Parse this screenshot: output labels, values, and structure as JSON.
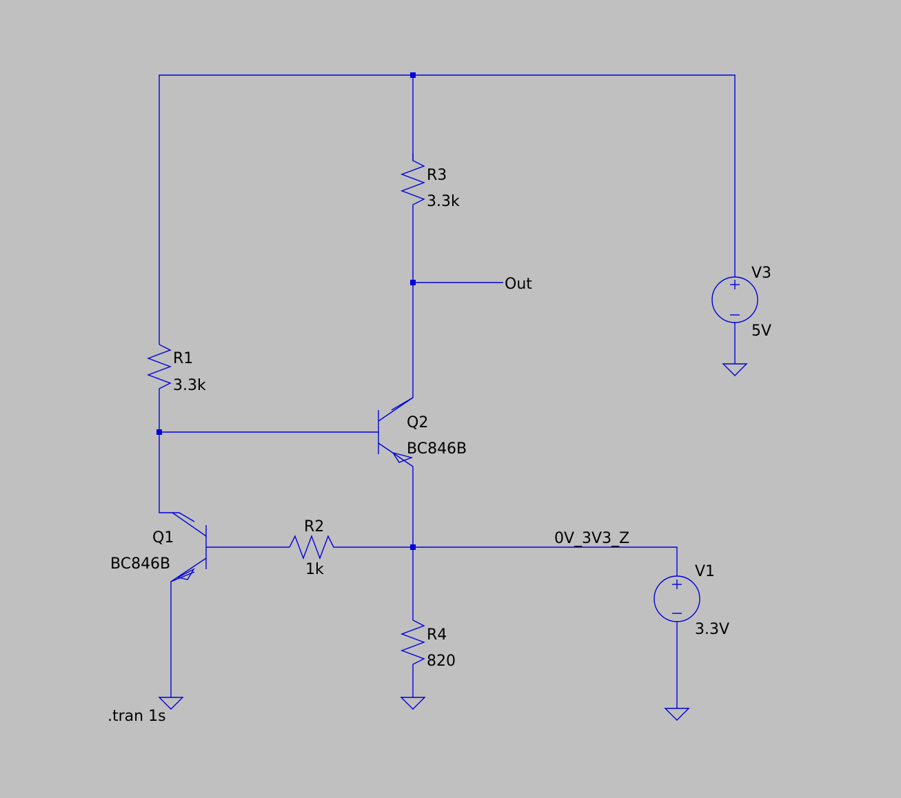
{
  "components": {
    "r1": {
      "name": "R1",
      "value": "3.3k"
    },
    "r2": {
      "name": "R2",
      "value": "1k"
    },
    "r3": {
      "name": "R3",
      "value": "3.3k"
    },
    "r4": {
      "name": "R4",
      "value": "820"
    },
    "q1": {
      "name": "Q1",
      "model": "BC846B"
    },
    "q2": {
      "name": "Q2",
      "model": "BC846B"
    },
    "v1": {
      "name": "V1",
      "value": "3.3V"
    },
    "v3": {
      "name": "V3",
      "value": "5V"
    }
  },
  "nets": {
    "out": "Out",
    "input": "0V_3V3_Z"
  },
  "directive": ".tran 1s",
  "colors": {
    "wire": "#0000dd",
    "background": "#c0c0c0",
    "text": "#000000"
  }
}
